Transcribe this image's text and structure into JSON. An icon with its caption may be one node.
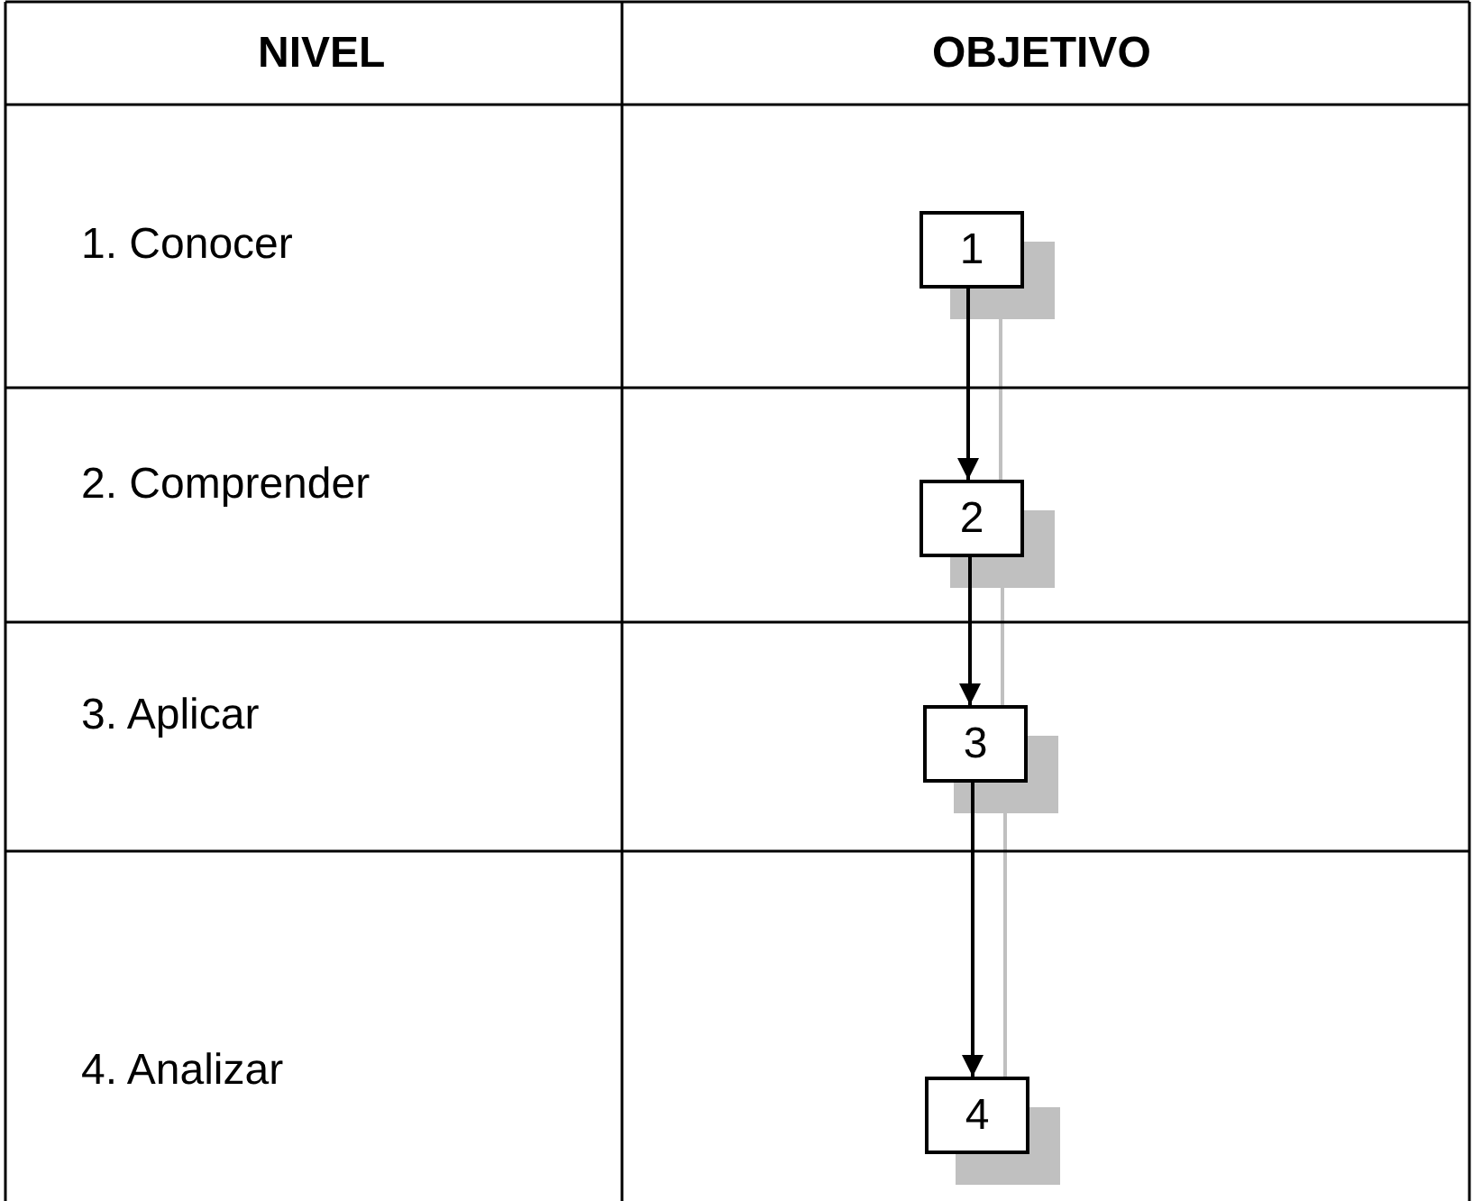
{
  "diagram": {
    "nodes": [
      {
        "text": [
          "1"
        ]
      },
      {
        "text": [
          "2"
        ]
      },
      {
        "text": [
          "3"
        ]
      },
      {
        "text": [
          "4"
        ]
      }
    ],
    "edges": [
      {
        "from": 0,
        "to": 1,
        "arrow": "to"
      },
      {
        "from": 1,
        "to": 2,
        "arrow": "to"
      },
      {
        "from": 2,
        "to": 3,
        "arrow": "to"
      }
    ],
    "labels": [
      "NIVEL",
      "OBJETIVO",
      "1. Conocer",
      "2. Comprender",
      "3. Aplicar",
      "4. Analizar"
    ]
  }
}
